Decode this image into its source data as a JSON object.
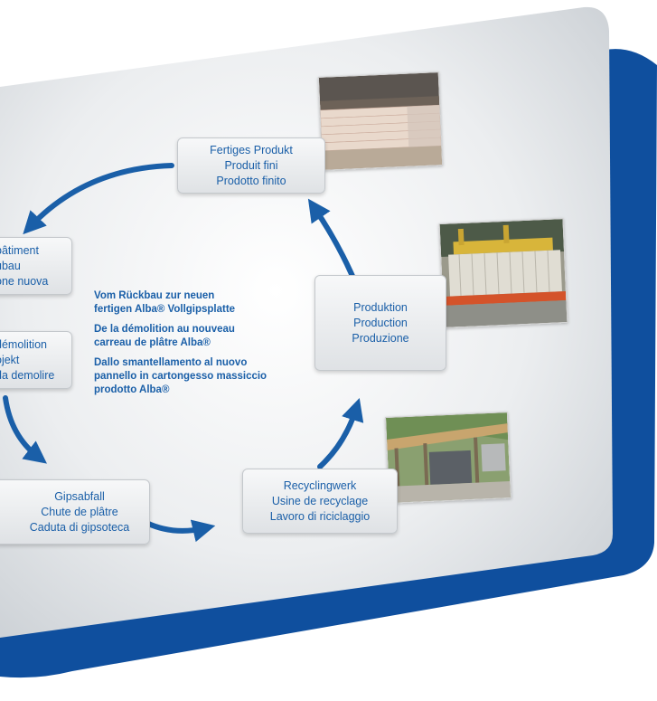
{
  "colors": {
    "brand_blue": "#0f4f9e",
    "arrow_blue": "#1a5fa8",
    "text_blue": "#1a5fa8",
    "panel_light": "#f4f5f6",
    "panel_dark": "#d3d7db"
  },
  "center": {
    "de_line1": "Vom Rückbau zur neuen",
    "de_line2": "fertigen Alba® Vollgipsplatte",
    "fr_line1": "De la démolition au nouveau",
    "fr_line2": "carreau de plâtre Alba®",
    "it_line1": "Dallo smantellamento al nuovo",
    "it_line2": "pannello in cartongesso massiccio",
    "it_line3": "prodotto Alba®"
  },
  "nodes": {
    "finished_product": {
      "de": "Fertiges Produkt",
      "fr": "Produit fini",
      "it": "Prodotto finito"
    },
    "new_building": {
      "fr": "bâtiment",
      "de": "ubau",
      "it": "one nuova"
    },
    "demolition_project": {
      "fr": "démolition",
      "de": "ojekt",
      "it": "da demolire"
    },
    "gypsum_waste": {
      "de": "Gipsabfall",
      "fr": "Chute de plâtre",
      "it": "Caduta di gipsoteca"
    },
    "recycling_plant": {
      "de": "Recyclingwerk",
      "fr": "Usine de recyclage",
      "it": "Lavoro di riciclaggio"
    },
    "production": {
      "de": "Produktion",
      "fr": "Production",
      "it": "Produzione"
    }
  },
  "photos": [
    "product-stack-photo",
    "production-machine-photo",
    "recycling-plant-photo"
  ]
}
